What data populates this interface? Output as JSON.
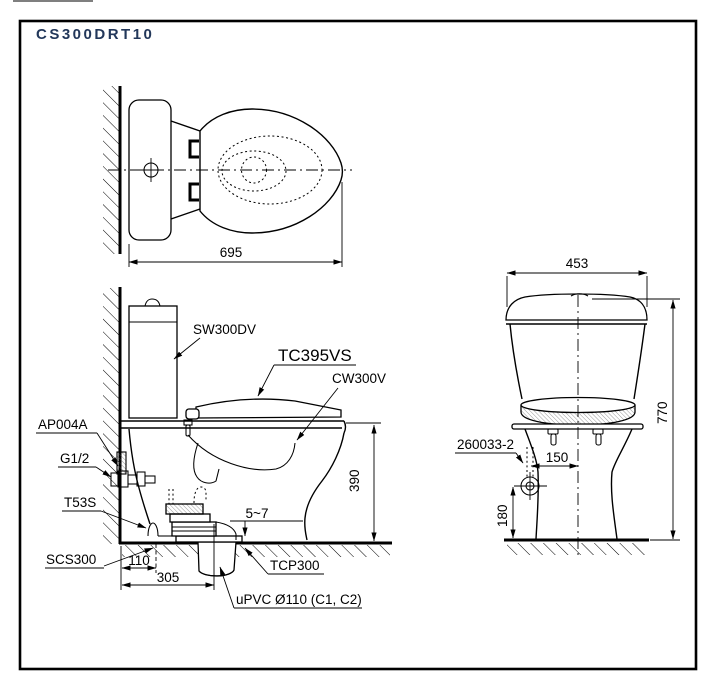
{
  "title": "CS300DRT10",
  "drawing": {
    "top_view": {
      "dim_width": "695"
    },
    "side_view": {
      "label_tank": "SW300DV",
      "label_seat": "TC395VS",
      "label_bowl": "CW300V",
      "label_supply": "AP004A",
      "label_valve": "G1/2",
      "label_cap": "T53S",
      "label_socket": "SCS300",
      "label_flange": "TCP300",
      "label_pipe": "uPVC Ø110 (C1, C2)",
      "dim_height": "390",
      "dim_cap_offset": "110",
      "dim_outlet_offset": "305",
      "dim_floor_gap": "5~7"
    },
    "front_view": {
      "label_stop_valve": "260033-2",
      "dim_width": "453",
      "dim_height": "770",
      "dim_supply_offset": "150",
      "dim_supply_height": "180"
    }
  },
  "colors": {
    "title": "#22375a",
    "line": "#000000",
    "background": "#ffffff"
  }
}
